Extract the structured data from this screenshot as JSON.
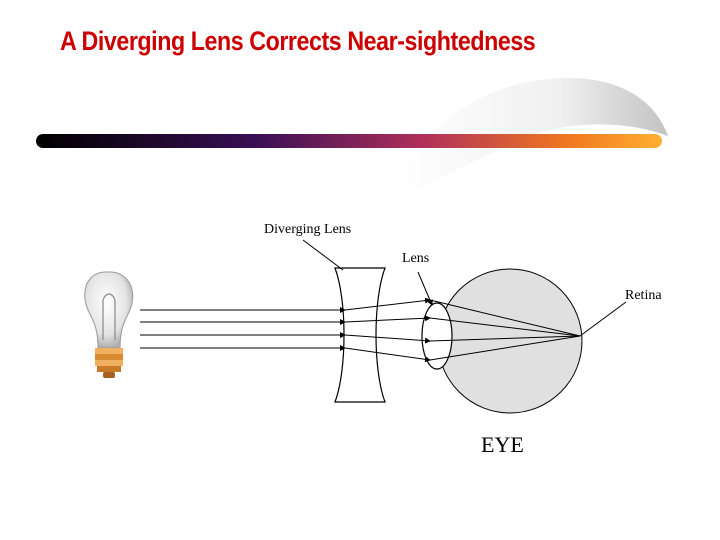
{
  "slide": {
    "title": "A Diverging Lens Corrects Near-sightedness",
    "title_color": "#cc0000"
  },
  "diagram": {
    "labels": {
      "diverging_lens": "Diverging Lens",
      "lens": "Lens",
      "retina": "Retina",
      "eye": "EYE"
    },
    "icons": [
      "light-bulb-icon"
    ],
    "colors": {
      "eye_fill": "#e0e0e0",
      "bulb_base": "#e8a040",
      "bar_start": "#000000",
      "bar_end": "#ff9900"
    }
  }
}
